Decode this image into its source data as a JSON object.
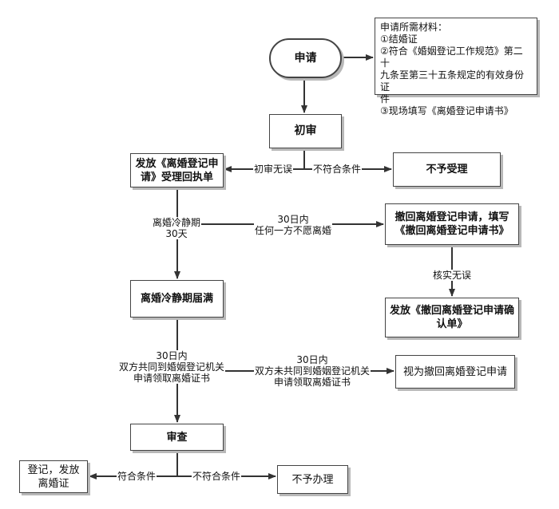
{
  "nodes": {
    "apply": "申请",
    "materials": {
      "title": "申请所需材料：",
      "item1": "①结婚证",
      "item2a": "②符合《婚姻登记工作规范》第二十",
      "item2b": "九条至第三十五条规定的有效身份证",
      "item2c": "件",
      "item3": "③现场填写《离婚登记申请书》"
    },
    "initial_review": "初审",
    "receipt": {
      "line1": "发放《离婚登记申",
      "line2": "请》受理回执单"
    },
    "reject_accept": "不予受理",
    "withdraw": {
      "line1": "撤回离婚登记申请，填写",
      "line2": "《撤回离婚登记申请书》"
    },
    "issue_confirm": {
      "line1": "发放《撤回离婚登记申请确",
      "line2": "认单》"
    },
    "cooling_expire": "离婚冷静期届满",
    "deemed_withdraw": "视为撤回离婚登记申请",
    "review": "审查",
    "register": {
      "line1": "登记，发放",
      "line2": "离婚证"
    },
    "refuse": "不予办理"
  },
  "labels": {
    "initial_ok": "初审无误",
    "not_qualified": "不符合条件",
    "cooling": {
      "line1": "离婚冷静期",
      "line2": "30天"
    },
    "within30_unwilling": {
      "line1": "30日内",
      "line2": "任何一方不愿离婚"
    },
    "verified": "核实无误",
    "both_go": {
      "line1": "30日内",
      "line2": "双方共同到婚姻登记机关",
      "line3": "申请领取离婚证书"
    },
    "not_both_go": {
      "line1": "30日内",
      "line2": "双方未共同到婚姻登记机关",
      "line3": "申请领取离婚证书"
    },
    "qualified": "符合条件",
    "not_qualified_2": "不符合条件"
  }
}
